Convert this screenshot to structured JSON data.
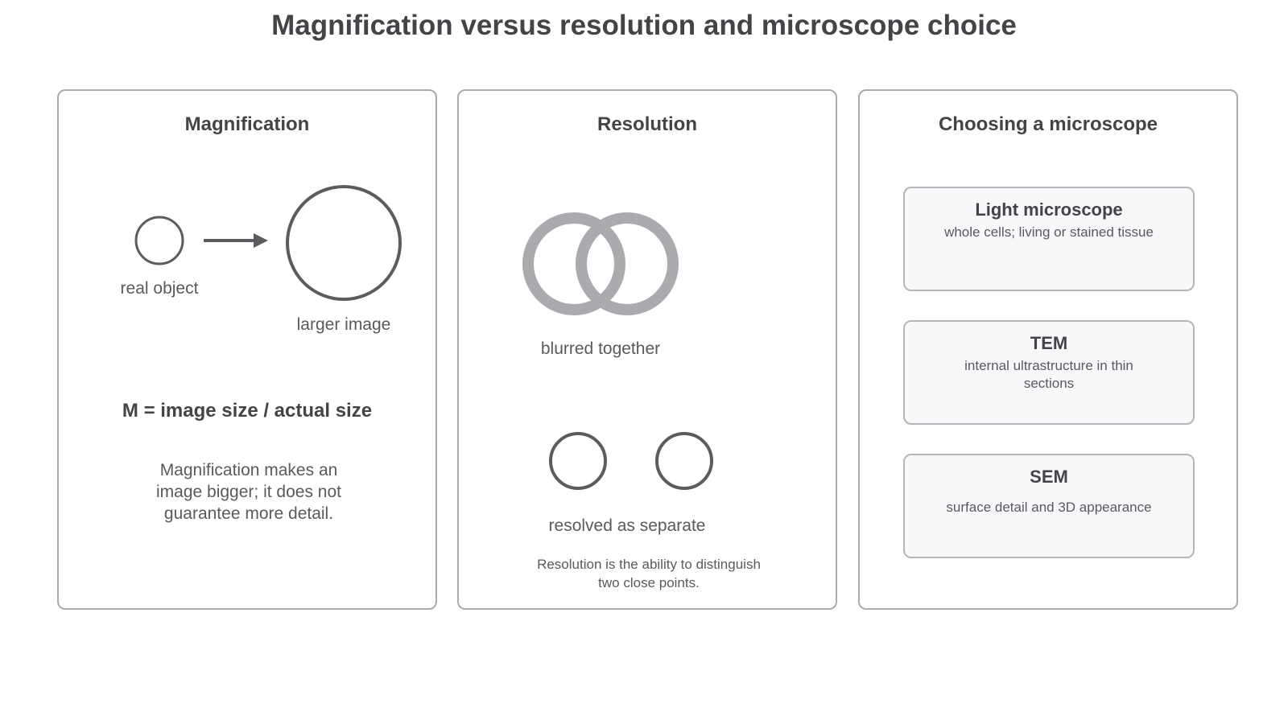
{
  "title": "Magnification versus resolution and microscope choice",
  "colors": {
    "outline": "#a9abae",
    "dark_stroke": "#5b5b60",
    "blur_stroke": "#a9abae",
    "card_bg": "#f7f8fa",
    "text": "#444448"
  },
  "magnification": {
    "heading": "Magnification",
    "real_object_label": "real object",
    "larger_image_label": "larger image",
    "formula": "M = image size / actual size",
    "note": "Magnification makes an image bigger; it does not guarantee more detail."
  },
  "resolution": {
    "heading": "Resolution",
    "blurred_label": "blurred together",
    "resolved_label": "resolved as separate",
    "note": "Resolution is the ability to distinguish two close points."
  },
  "choosing": {
    "heading": "Choosing a microscope",
    "microscopes": [
      {
        "name": "Light microscope",
        "use": "whole cells; living or stained tissue"
      },
      {
        "name": "TEM",
        "use": "internal ultrastructure in thin sections"
      },
      {
        "name": "SEM",
        "use": "surface detail and 3D appearance"
      }
    ]
  }
}
